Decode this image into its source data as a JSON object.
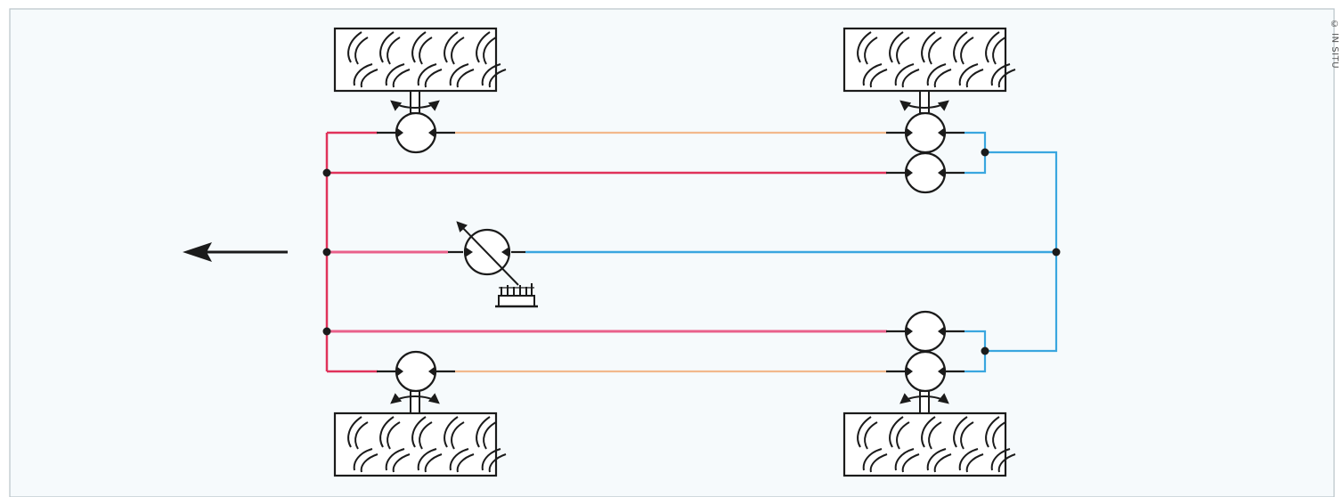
{
  "credit": "© IN SITU",
  "colors": {
    "pressure_line": "#e0325a",
    "pressure_line_light": "#e9608a",
    "return_line": "#3aa6df",
    "feed_line": "#f2b88c",
    "stroke": "#1b1b1b",
    "background": "#f6fafc"
  },
  "components": {
    "variable_pump": "variable-displacement-pump",
    "engine": "engine",
    "motors": [
      "front-left-motor",
      "front-right-motor-upper",
      "front-right-motor-lower",
      "rear-left-motor",
      "rear-right-motor-upper",
      "rear-right-motor-lower"
    ],
    "wheels": [
      "wheel-top-left",
      "wheel-top-right",
      "wheel-bottom-left",
      "wheel-bottom-right"
    ],
    "direction_arrow": "direction-of-travel-arrow"
  }
}
